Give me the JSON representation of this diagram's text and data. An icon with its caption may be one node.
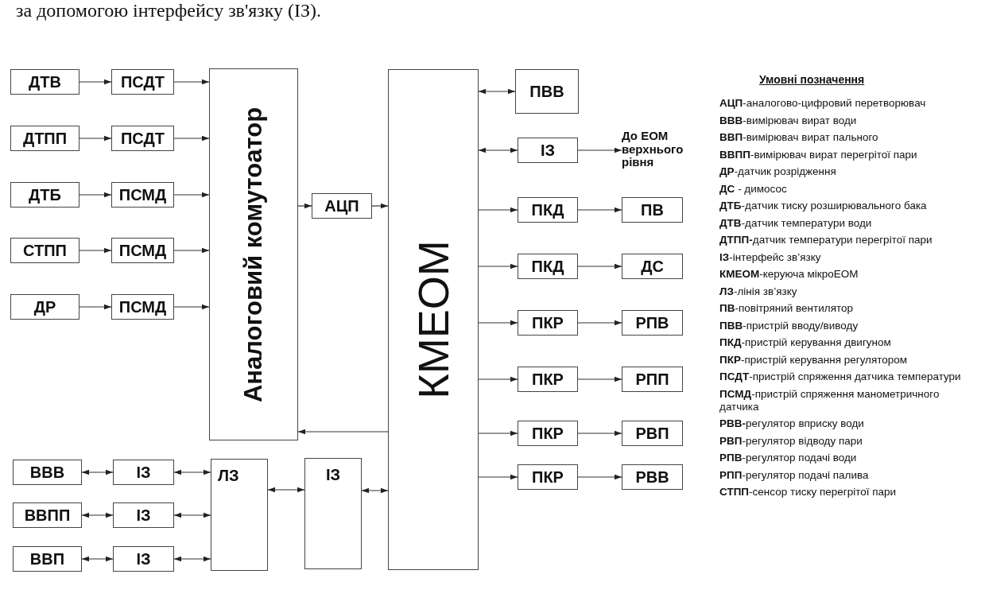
{
  "diagram": {
    "nodes": [
      {
        "text": [
          "ДТВ"
        ]
      },
      {
        "text": [
          "ПСДТ"
        ]
      },
      {
        "text": [
          "ДТПП"
        ]
      },
      {
        "text": [
          "ПСДТ"
        ]
      },
      {
        "text": [
          "ДТБ"
        ]
      },
      {
        "text": [
          "ПСМД"
        ]
      },
      {
        "text": [
          "СТПП"
        ]
      },
      {
        "text": [
          "ПСМД"
        ]
      },
      {
        "text": [
          "ДР"
        ]
      },
      {
        "text": [
          "ПСМД"
        ]
      },
      {
        "text": [
          "Аналоговий комутоатор"
        ]
      },
      {
        "text": [
          "АЦП"
        ]
      },
      {
        "text": [
          "КМЕОМ"
        ]
      },
      {
        "text": [
          "ПВВ"
        ]
      },
      {
        "text": [
          "ІЗ"
        ]
      },
      {
        "text": [
          "До ЕОМ верхнього рівня"
        ]
      },
      {
        "text": [
          "ПКД"
        ]
      },
      {
        "text": [
          "ПВ"
        ]
      },
      {
        "text": [
          "ПКД"
        ]
      },
      {
        "text": [
          "ДС"
        ]
      },
      {
        "text": [
          "ПКР"
        ]
      },
      {
        "text": [
          "РПВ"
        ]
      },
      {
        "text": [
          "ПКР"
        ]
      },
      {
        "text": [
          "РПП"
        ]
      },
      {
        "text": [
          "ПКР"
        ]
      },
      {
        "text": [
          "РВП"
        ]
      },
      {
        "text": [
          "ПКР"
        ]
      },
      {
        "text": [
          "РВВ"
        ]
      },
      {
        "text": [
          "ВВВ"
        ]
      },
      {
        "text": [
          "ІЗ"
        ]
      },
      {
        "text": [
          "ЛЗ"
        ]
      },
      {
        "text": [
          "ІЗ"
        ]
      },
      {
        "text": [
          "ВВПП"
        ]
      },
      {
        "text": [
          "ІЗ"
        ]
      },
      {
        "text": [
          "ВВП"
        ]
      },
      {
        "text": [
          "ІЗ"
        ]
      }
    ],
    "edges": [
      {
        "from": 0,
        "to": 1,
        "arrow": "to"
      },
      {
        "from": 1,
        "to": 10,
        "arrow": "to"
      },
      {
        "from": 2,
        "to": 3,
        "arrow": "to"
      },
      {
        "from": 3,
        "to": 10,
        "arrow": "to"
      },
      {
        "from": 4,
        "to": 5,
        "arrow": "to"
      },
      {
        "from": 5,
        "to": 10,
        "arrow": "to"
      },
      {
        "from": 6,
        "to": 7,
        "arrow": "to"
      },
      {
        "from": 7,
        "to": 10,
        "arrow": "to"
      },
      {
        "from": 8,
        "to": 9,
        "arrow": "to"
      },
      {
        "from": 9,
        "to": 10,
        "arrow": "to"
      },
      {
        "from": 10,
        "to": 11,
        "arrow": "to"
      },
      {
        "from": 11,
        "to": 12,
        "arrow": "to"
      },
      {
        "from": 12,
        "to": 10,
        "arrow": "to"
      },
      {
        "from": 12,
        "to": 13,
        "arrow": "both"
      },
      {
        "from": 12,
        "to": 14,
        "arrow": "both"
      },
      {
        "from": 14,
        "to": 15,
        "arrow": "to"
      },
      {
        "from": 12,
        "to": 16,
        "arrow": "to"
      },
      {
        "from": 16,
        "to": 17,
        "arrow": "to"
      },
      {
        "from": 12,
        "to": 18,
        "arrow": "to"
      },
      {
        "from": 18,
        "to": 19,
        "arrow": "to"
      },
      {
        "from": 12,
        "to": 20,
        "arrow": "to"
      },
      {
        "from": 20,
        "to": 21,
        "arrow": "to"
      },
      {
        "from": 12,
        "to": 22,
        "arrow": "to"
      },
      {
        "from": 22,
        "to": 23,
        "arrow": "to"
      },
      {
        "from": 12,
        "to": 24,
        "arrow": "to"
      },
      {
        "from": 24,
        "to": 25,
        "arrow": "to"
      },
      {
        "from": 12,
        "to": 26,
        "arrow": "to"
      },
      {
        "from": 26,
        "to": 27,
        "arrow": "to"
      },
      {
        "from": 28,
        "to": 29,
        "arrow": "both"
      },
      {
        "from": 29,
        "to": 30,
        "arrow": "both"
      },
      {
        "from": 32,
        "to": 33,
        "arrow": "both"
      },
      {
        "from": 33,
        "to": 30,
        "arrow": "both"
      },
      {
        "from": 34,
        "to": 35,
        "arrow": "both"
      },
      {
        "from": 35,
        "to": 30,
        "arrow": "both"
      },
      {
        "from": 30,
        "to": 31,
        "arrow": "both"
      },
      {
        "from": 31,
        "to": 12,
        "arrow": "both"
      }
    ],
    "labels": [
      "за допомогою інтерфейсу зв'язку (ІЗ).",
      "Умовні позначення",
      "**АЦП**-аналогово-цифровий перетворювач",
      "**ВВВ**-вимірювач вират води",
      "**ВВП**-вимірювач вират пального",
      "**ВВПП**-вимірювач вират перегрітої пари",
      "**ДР**-датчик розрідження",
      "**ДС** - димосос",
      "**ДТБ**-датчик тиску розширювального бака",
      "**ДТВ**-датчик температури води",
      "**ДТПП-**датчик температури перегрітої пари",
      "**ІЗ**-інтерфейс зв’язку",
      "**КМЕОМ**-керуюча мікроЕОМ",
      "**ЛЗ**-лінія зв’язку",
      "**ПВ**-повітряний вентилятор",
      "**ПВВ**-пристрій вводу/виводу",
      "**ПКД**-пристрій керування двигуном",
      "**ПКР**-пристрій керування регулятором",
      "**ПСДТ**-пристрій спряження датчика температури",
      "**ПСМД**-пристрій спряження манометричного датчика",
      "**РВВ-**регулятор вприску води",
      "**РВП**-регулятор відводу пари",
      "**РПВ**-регулятор подачі води",
      "**РПП**-регулятор подачі палива",
      "**СТПП**-сенсор тиску перегрітої пари"
    ]
  }
}
